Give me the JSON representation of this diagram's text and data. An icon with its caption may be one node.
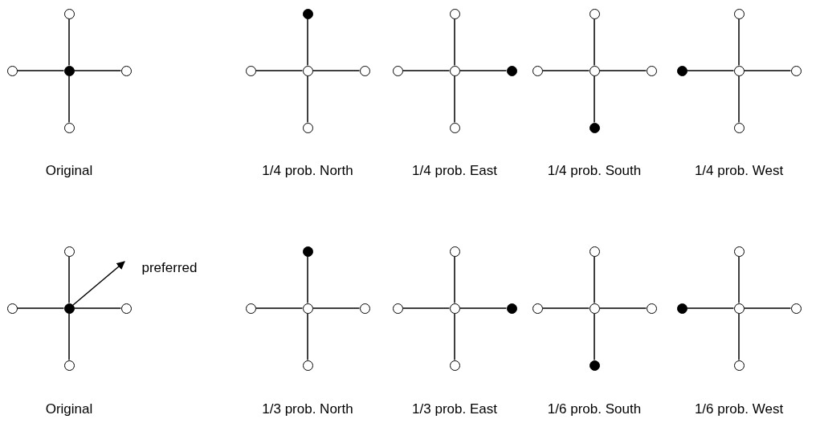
{
  "diagram": {
    "nodes": [
      {
        "text": [],
        "shape": "circle"
      },
      {
        "text": [],
        "shape": "circle"
      },
      {
        "text": [],
        "shape": "circle"
      },
      {
        "text": [],
        "shape": "circle"
      },
      {
        "text": [],
        "shape": "circle"
      },
      {
        "text": [],
        "shape": "circle"
      },
      {
        "text": [],
        "shape": "circle"
      },
      {
        "text": [],
        "shape": "circle"
      },
      {
        "text": [],
        "shape": "circle"
      },
      {
        "text": [],
        "shape": "circle"
      },
      {
        "text": [],
        "shape": "circle"
      },
      {
        "text": [],
        "shape": "circle"
      },
      {
        "text": [],
        "shape": "circle"
      },
      {
        "text": [],
        "shape": "circle"
      },
      {
        "text": [],
        "shape": "circle"
      },
      {
        "text": [],
        "shape": "circle"
      },
      {
        "text": [],
        "shape": "circle"
      },
      {
        "text": [],
        "shape": "circle"
      },
      {
        "text": [],
        "shape": "circle"
      },
      {
        "text": [],
        "shape": "circle"
      },
      {
        "text": [],
        "shape": "circle"
      },
      {
        "text": [],
        "shape": "circle"
      },
      {
        "text": [],
        "shape": "circle"
      },
      {
        "text": [],
        "shape": "circle"
      },
      {
        "text": [],
        "shape": "circle"
      },
      {
        "text": [],
        "shape": "circle"
      },
      {
        "text": [],
        "shape": "circle"
      },
      {
        "text": [],
        "shape": "circle"
      },
      {
        "text": [],
        "shape": "circle"
      },
      {
        "text": [],
        "shape": "circle"
      },
      {
        "text": [],
        "shape": "circle"
      },
      {
        "text": [],
        "shape": "circle"
      },
      {
        "text": [],
        "shape": "circle"
      },
      {
        "text": [],
        "shape": "circle"
      },
      {
        "text": [],
        "shape": "circle"
      },
      {
        "text": [],
        "shape": "circle"
      },
      {
        "text": [],
        "shape": "circle"
      },
      {
        "text": [],
        "shape": "circle"
      },
      {
        "text": [],
        "shape": "circle"
      },
      {
        "text": [],
        "shape": "circle"
      },
      {
        "text": [],
        "shape": "circle"
      },
      {
        "text": [],
        "shape": "circle"
      },
      {
        "text": [],
        "shape": "circle"
      },
      {
        "text": [],
        "shape": "circle"
      },
      {
        "text": [],
        "shape": "circle"
      },
      {
        "text": [],
        "shape": "circle"
      },
      {
        "text": [],
        "shape": "circle"
      },
      {
        "text": [],
        "shape": "circle"
      },
      {
        "text": [],
        "shape": "circle"
      },
      {
        "text": [],
        "shape": "circle"
      }
    ],
    "edges": [
      {
        "from": 2,
        "to": 0,
        "arrow": "none"
      },
      {
        "from": 2,
        "to": 1,
        "arrow": "none"
      },
      {
        "from": 2,
        "to": 3,
        "arrow": "none"
      },
      {
        "from": 2,
        "to": 4,
        "arrow": "none"
      },
      {
        "from": 7,
        "to": 5,
        "arrow": "none"
      },
      {
        "from": 7,
        "to": 6,
        "arrow": "none"
      },
      {
        "from": 7,
        "to": 8,
        "arrow": "none"
      },
      {
        "from": 7,
        "to": 9,
        "arrow": "none"
      },
      {
        "from": 12,
        "to": 10,
        "arrow": "none"
      },
      {
        "from": 12,
        "to": 11,
        "arrow": "none"
      },
      {
        "from": 12,
        "to": 13,
        "arrow": "none"
      },
      {
        "from": 12,
        "to": 14,
        "arrow": "none"
      },
      {
        "from": 17,
        "to": 15,
        "arrow": "none"
      },
      {
        "from": 17,
        "to": 16,
        "arrow": "none"
      },
      {
        "from": 17,
        "to": 18,
        "arrow": "none"
      },
      {
        "from": 17,
        "to": 19,
        "arrow": "none"
      },
      {
        "from": 22,
        "to": 20,
        "arrow": "none"
      },
      {
        "from": 22,
        "to": 21,
        "arrow": "none"
      },
      {
        "from": 22,
        "to": 23,
        "arrow": "none"
      },
      {
        "from": 22,
        "to": 24,
        "arrow": "none"
      },
      {
        "from": 27,
        "to": 25,
        "arrow": "none"
      },
      {
        "from": 27,
        "to": 26,
        "arrow": "none"
      },
      {
        "from": 27,
        "to": 28,
        "arrow": "none"
      },
      {
        "from": 27,
        "to": 29,
        "arrow": "none"
      },
      {
        "from": 32,
        "to": 30,
        "arrow": "none"
      },
      {
        "from": 32,
        "to": 31,
        "arrow": "none"
      },
      {
        "from": 32,
        "to": 33,
        "arrow": "none"
      },
      {
        "from": 32,
        "to": 34,
        "arrow": "none"
      },
      {
        "from": 37,
        "to": 35,
        "arrow": "none"
      },
      {
        "from": 37,
        "to": 36,
        "arrow": "none"
      },
      {
        "from": 37,
        "to": 38,
        "arrow": "none"
      },
      {
        "from": 37,
        "to": 39,
        "arrow": "none"
      },
      {
        "from": 42,
        "to": 40,
        "arrow": "none"
      },
      {
        "from": 42,
        "to": 41,
        "arrow": "none"
      },
      {
        "from": 42,
        "to": 43,
        "arrow": "none"
      },
      {
        "from": 42,
        "to": 44,
        "arrow": "none"
      },
      {
        "from": 47,
        "to": 45,
        "arrow": "none"
      },
      {
        "from": 47,
        "to": 46,
        "arrow": "none"
      },
      {
        "from": 47,
        "to": 48,
        "arrow": "none"
      },
      {
        "from": 47,
        "to": 49,
        "arrow": "none"
      }
    ],
    "labels": [
      "Original",
      "1/4 prob. North",
      "1/4 prob. East",
      "1/4 prob. South",
      "1/4 prob. West",
      "preferred",
      "Original",
      "1/3 prob. North",
      "1/3 prob. East",
      "1/6 prob. South",
      "1/6 prob. West"
    ]
  }
}
